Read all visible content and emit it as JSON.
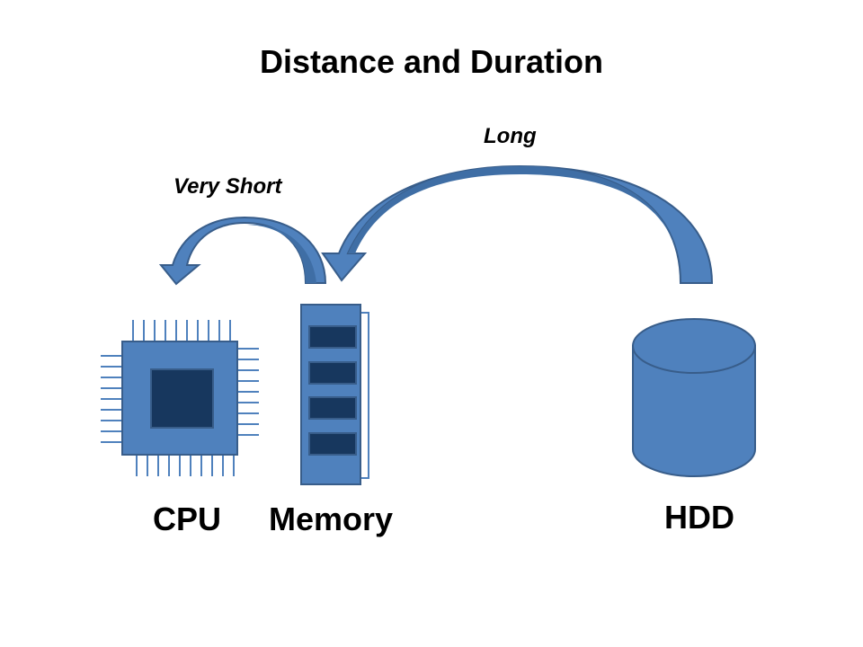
{
  "title": "Distance and Duration",
  "arrows": {
    "short_label": "Very Short",
    "long_label": "Long"
  },
  "components": {
    "cpu": "CPU",
    "memory": "Memory",
    "hdd": "HDD"
  },
  "colors": {
    "fill": "#4F81BD",
    "stroke": "#385D8A",
    "dark": "#17375E"
  }
}
